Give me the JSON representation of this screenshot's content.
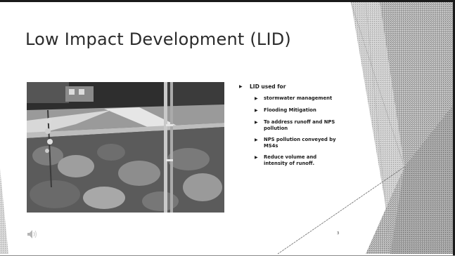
{
  "slide": {
    "title": "Low Impact Development (LID)",
    "page_number": "3"
  },
  "photo": {
    "icon": "rain-garden-photo"
  },
  "bullets": {
    "main": "LID used for",
    "items": [
      "stormwater management",
      "Flooding Mitigation",
      "To address runoff and NPS pollution",
      "NPS pollution conveyed by MS4s",
      "Reduce volume and intensity of runoff."
    ]
  },
  "icons": {
    "audio": "speaker-icon",
    "bullet": "triangle-bullet-icon"
  },
  "colors": {
    "text": "#1a1a1a",
    "decor": "#9a9a9a",
    "background": "#ffffff"
  }
}
